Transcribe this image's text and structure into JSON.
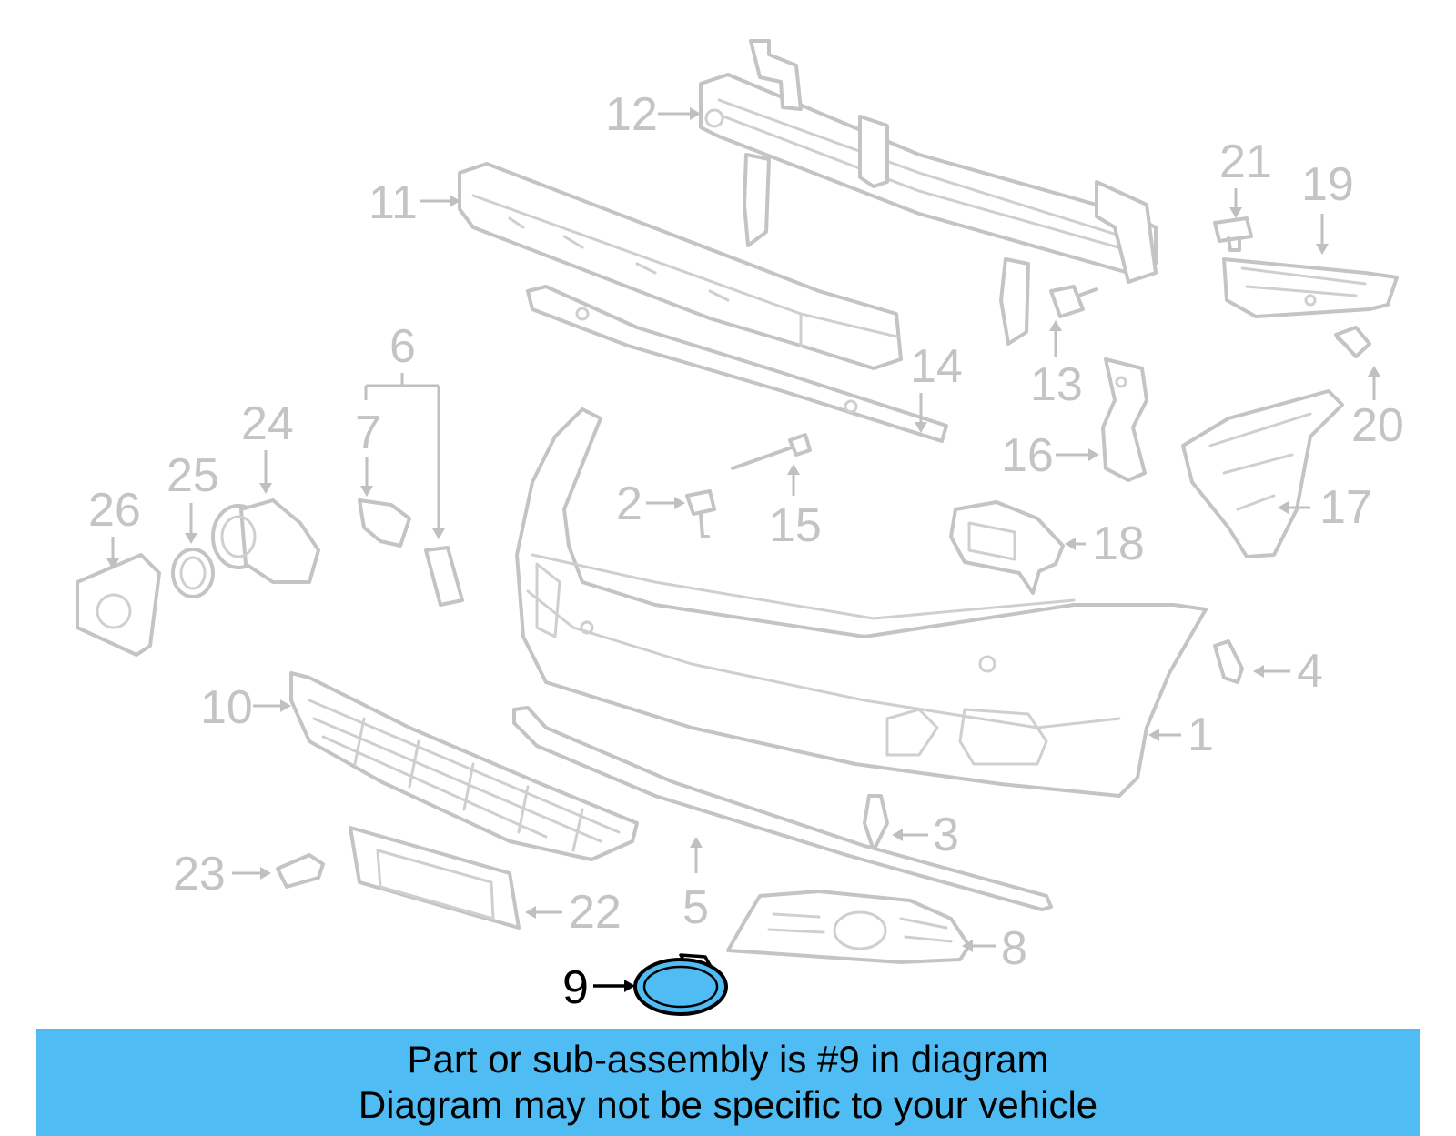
{
  "diagram": {
    "highlight_color": "#4fbcf4",
    "part_color": "#c4c4c4",
    "highlighted_callout": "9",
    "callouts": [
      "1",
      "2",
      "3",
      "4",
      "5",
      "6",
      "7",
      "8",
      "9",
      "10",
      "11",
      "12",
      "13",
      "14",
      "15",
      "16",
      "17",
      "18",
      "19",
      "20",
      "21",
      "22",
      "23",
      "24",
      "25",
      "26"
    ]
  },
  "caption": {
    "line1": "Part or sub-assembly is #9 in diagram",
    "line2": "Diagram may not be specific to your vehicle",
    "background": "#4fbcf4"
  }
}
